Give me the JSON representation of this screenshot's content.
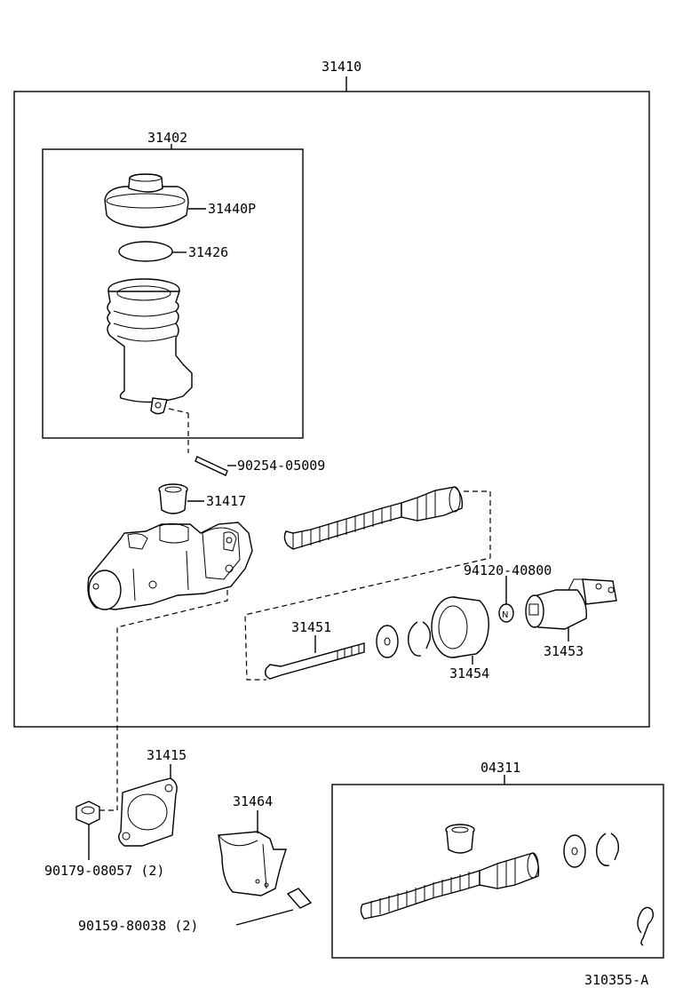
{
  "labels": {
    "assembly": "31410",
    "reservoir_assy": "31402",
    "cap": "31440P",
    "oring": "31426",
    "pin": "90254-05009",
    "grommet": "31417",
    "ring_set": "94120-40800",
    "push_rod": "31451",
    "boot": "31454",
    "clevis": "31453",
    "gasket": "31415",
    "nut": "90179-08057 (2)",
    "bracket": "31464",
    "bolt": "90159-80038 (2)",
    "kit": "04311",
    "n_mark": "N",
    "figure_code": "310355-A"
  }
}
